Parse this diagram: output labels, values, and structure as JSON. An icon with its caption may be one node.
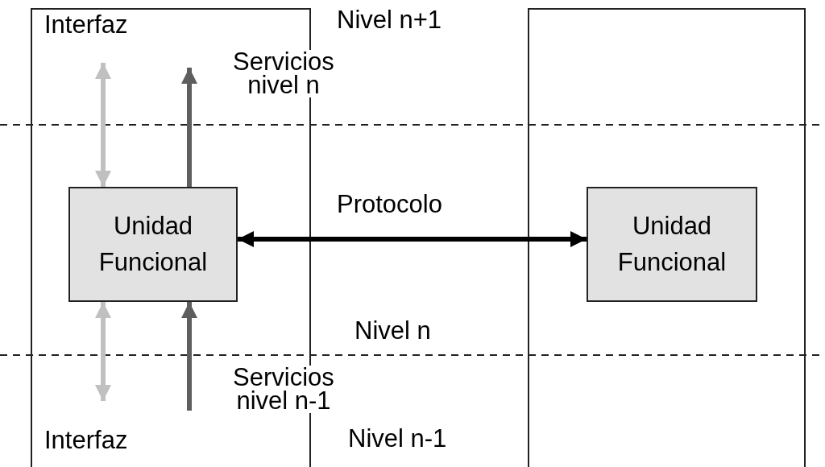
{
  "diagram": {
    "nodes": [
      {
        "text": [],
        "shape": "box"
      },
      {
        "text": [],
        "shape": "box"
      },
      {
        "text": [
          "Unidad Funcional"
        ],
        "in": 0
      },
      {
        "text": [
          "Unidad Funcional"
        ],
        "in": 1
      }
    ],
    "edges": [
      {
        "from": 2,
        "to": 3,
        "arrow": "both",
        "label": "Protocolo",
        "color": "#000000"
      },
      {
        "from": null,
        "to": 2,
        "arrow": "both",
        "color": "#c0c0c0"
      },
      {
        "from": 2,
        "to": null,
        "arrow": "to",
        "color": "#5e5e5e"
      },
      {
        "from": null,
        "to": 2,
        "arrow": "both",
        "color": "#c0c0c0"
      },
      {
        "from": null,
        "to": 2,
        "arrow": "to",
        "color": "#5e5e5e"
      }
    ],
    "labels": [
      "Interfaz",
      "Nivel n+1",
      "Servicios nivel n",
      "Nivel n",
      "Servicios nivel n-1",
      "Interfaz",
      "Nivel n-1"
    ]
  }
}
